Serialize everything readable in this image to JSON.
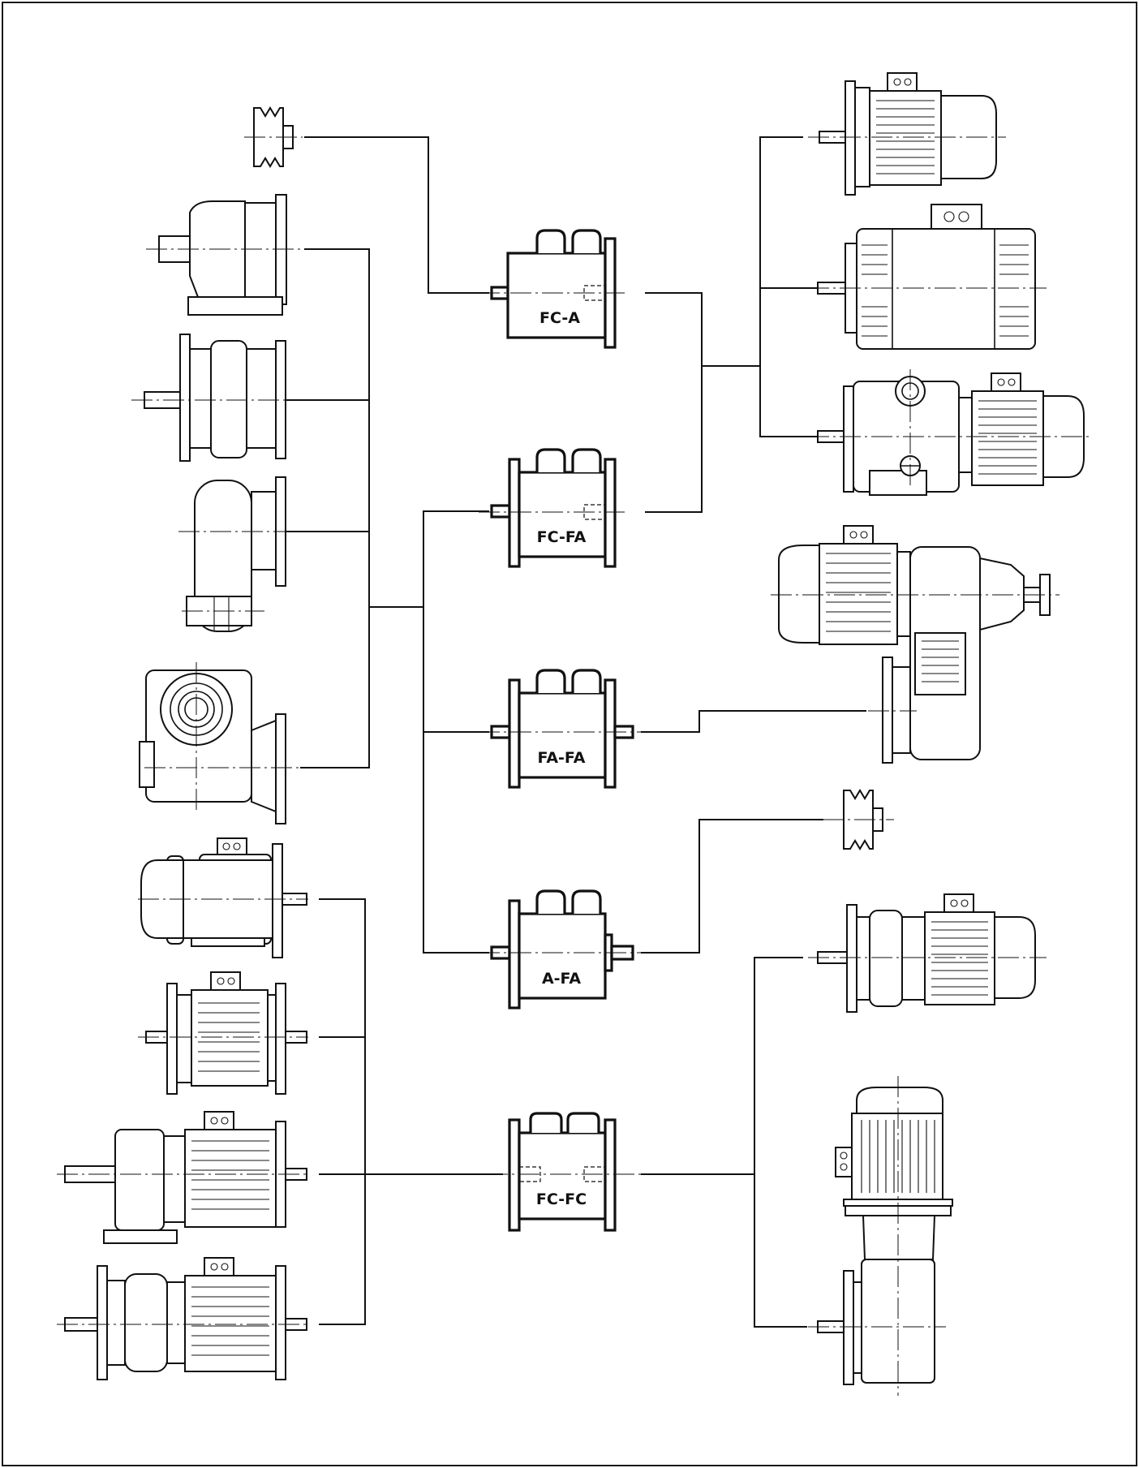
{
  "couplings": [
    {
      "id": "fc-a",
      "label": "FC-A"
    },
    {
      "id": "fc-fa",
      "label": "FC-FA"
    },
    {
      "id": "fa-fa",
      "label": "FA-FA"
    },
    {
      "id": "a-fa",
      "label": "A-FA"
    },
    {
      "id": "fc-fc",
      "label": "FC-FC"
    }
  ]
}
